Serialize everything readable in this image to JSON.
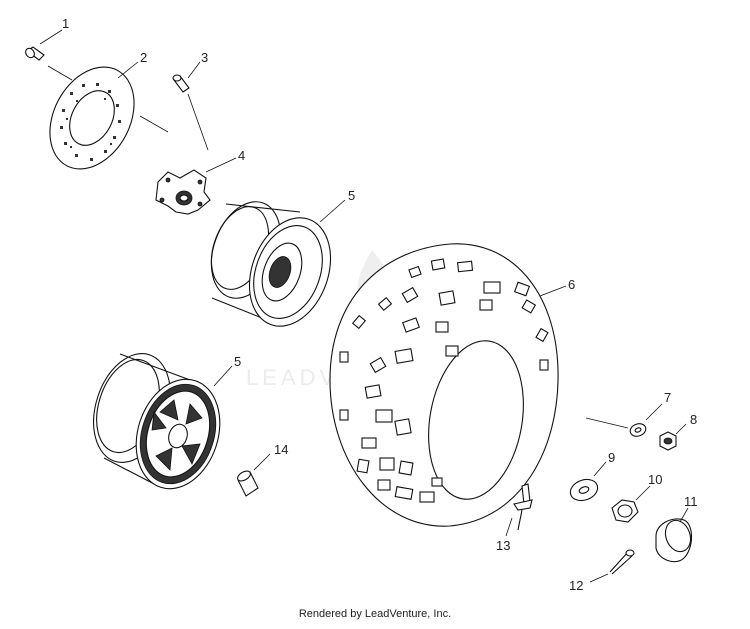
{
  "watermark": {
    "text": "LEADVENTURE"
  },
  "footer": {
    "text": "Rendered by LeadVenture, Inc."
  },
  "callouts": {
    "c1": "1",
    "c2": "2",
    "c3": "3",
    "c4": "4",
    "c5a": "5",
    "c5b": "5",
    "c6": "6",
    "c7": "7",
    "c8": "8",
    "c9": "9",
    "c10": "10",
    "c11": "11",
    "c12": "12",
    "c13": "13",
    "c14": "14"
  }
}
